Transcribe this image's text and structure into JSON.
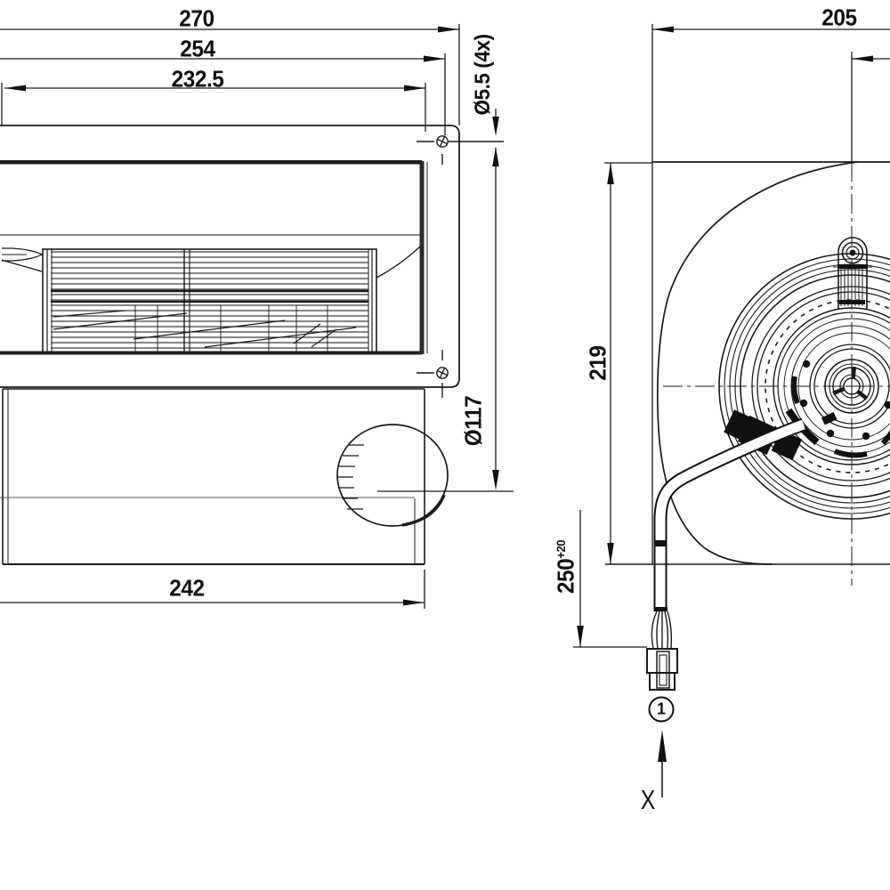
{
  "drawing_type": "technical dimensional drawing",
  "subject": "dual-inlet centrifugal blower fan, side view and front view",
  "colors": {
    "background": "#ffffff",
    "line": "#1a1a1a"
  },
  "side_view": {
    "dims": {
      "overall_width": "270",
      "hole_span": "254",
      "body_width": "232.5",
      "mounting_hole": "Ø5.5 (4x)",
      "inlet_diameter": "Ø117",
      "outlet_width": "242"
    }
  },
  "front_view": {
    "dims": {
      "depth": "205",
      "height": "219",
      "cable_length_base": "250",
      "cable_length_tolerance": "+20"
    },
    "callout_number": "1",
    "view_label": "X"
  }
}
